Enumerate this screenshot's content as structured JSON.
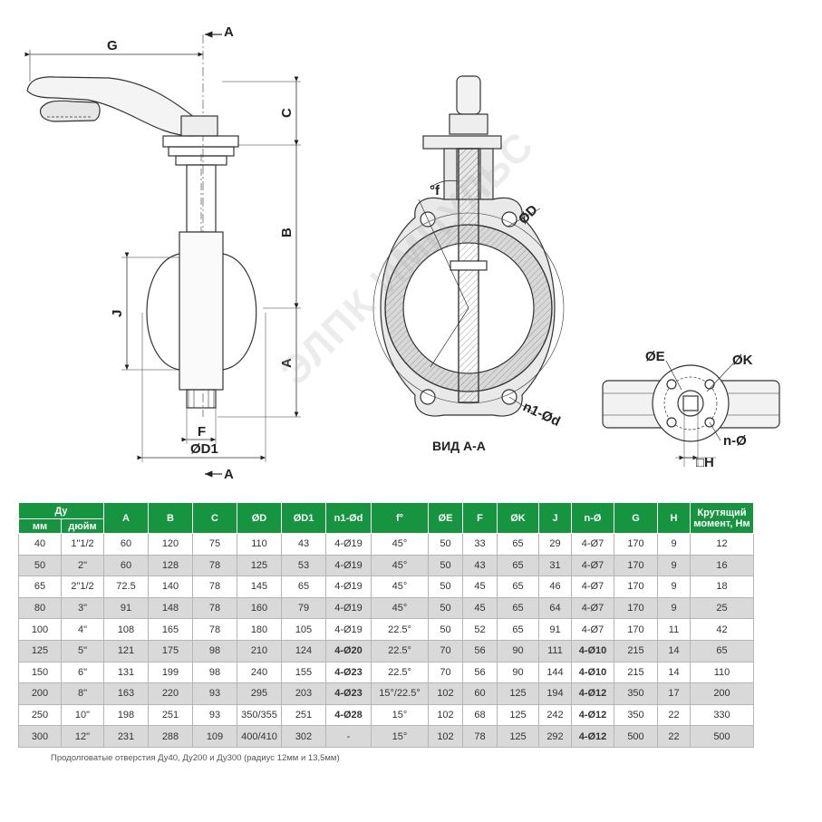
{
  "drawing": {
    "labels": {
      "A_top": "A",
      "A_bottom": "A",
      "G": "G",
      "C": "C",
      "B": "B",
      "A_dim": "A",
      "J": "J",
      "F": "F",
      "D1": "ØD1",
      "f": "°f",
      "D": "ØD",
      "n1d": "n1-Ød",
      "view": "ВИД А-А",
      "E": "ØE",
      "K": "ØK",
      "nO": "n-Ø",
      "H": "□H"
    },
    "watermark": "ЭЛПК ИМПУЛЬС"
  },
  "table": {
    "group_header": "Ду",
    "sub_headers": [
      "мм",
      "дюйм"
    ],
    "headers": [
      "A",
      "B",
      "C",
      "ØD",
      "ØD1",
      "n1-Ød",
      "f°",
      "ØE",
      "F",
      "ØK",
      "J",
      "n-Ø",
      "G",
      "H",
      "Крутящий момент, Нм"
    ],
    "rows": [
      [
        "40",
        "1\"1/2",
        "60",
        "120",
        "75",
        "110",
        "43",
        "4-Ø19",
        "45°",
        "50",
        "33",
        "65",
        "29",
        "4-Ø7",
        "170",
        "9",
        "12"
      ],
      [
        "50",
        "2\"",
        "60",
        "128",
        "78",
        "125",
        "53",
        "4-Ø19",
        "45°",
        "50",
        "43",
        "65",
        "31",
        "4-Ø7",
        "170",
        "9",
        "16"
      ],
      [
        "65",
        "2\"1/2",
        "72.5",
        "140",
        "78",
        "145",
        "65",
        "4-Ø19",
        "45°",
        "50",
        "45",
        "65",
        "46",
        "4-Ø7",
        "170",
        "9",
        "18"
      ],
      [
        "80",
        "3\"",
        "91",
        "148",
        "78",
        "160",
        "79",
        "4-Ø19",
        "45°",
        "50",
        "45",
        "65",
        "64",
        "4-Ø7",
        "170",
        "9",
        "25"
      ],
      [
        "100",
        "4\"",
        "108",
        "165",
        "78",
        "180",
        "105",
        "4-Ø19",
        "22.5°",
        "50",
        "52",
        "65",
        "91",
        "4-Ø7",
        "170",
        "11",
        "42"
      ],
      [
        "125",
        "5\"",
        "121",
        "175",
        "98",
        "210",
        "124",
        "4-Ø20",
        "22.5°",
        "70",
        "56",
        "90",
        "111",
        "4-Ø10",
        "215",
        "14",
        "65"
      ],
      [
        "150",
        "6\"",
        "131",
        "199",
        "98",
        "240",
        "155",
        "4-Ø23",
        "22.5°",
        "70",
        "56",
        "90",
        "144",
        "4-Ø10",
        "215",
        "14",
        "110"
      ],
      [
        "200",
        "8\"",
        "163",
        "220",
        "93",
        "295",
        "203",
        "4-Ø23",
        "15°/22.5°",
        "102",
        "60",
        "125",
        "194",
        "4-Ø12",
        "350",
        "17",
        "200"
      ],
      [
        "250",
        "10\"",
        "198",
        "251",
        "93",
        "350/355",
        "251",
        "4-Ø28",
        "15°",
        "102",
        "68",
        "125",
        "242",
        "4-Ø12",
        "350",
        "22",
        "330"
      ],
      [
        "300",
        "12\"",
        "231",
        "288",
        "109",
        "400/410",
        "302",
        "-",
        "15°",
        "102",
        "78",
        "125",
        "292",
        "4-Ø12",
        "500",
        "22",
        "500"
      ]
    ]
  },
  "note": "Продолговатые отверстия Ду40, Ду200 и Ду300 (радиус 12мм и 13,5мм)",
  "colors": {
    "header_green": "#179440",
    "row_alt": "#d9d9d9",
    "line": "#333333"
  }
}
